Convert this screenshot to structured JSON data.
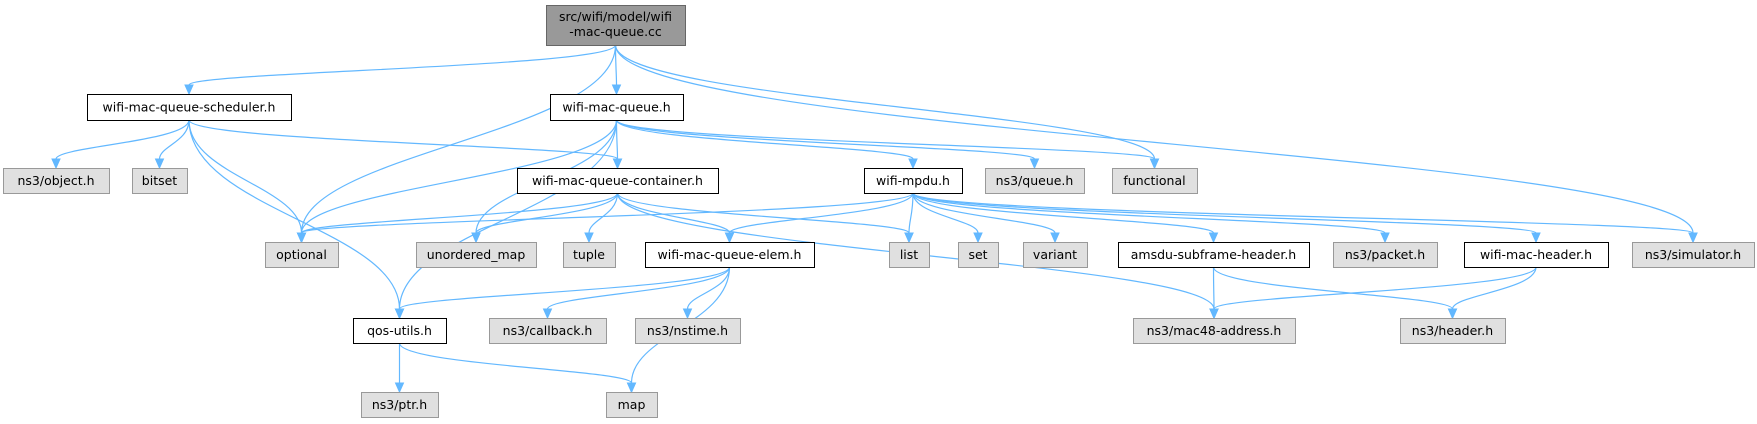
{
  "diagram": {
    "root": {
      "id": "root",
      "lines": [
        "src/wifi/model/wifi",
        "-mac-queue.cc"
      ]
    },
    "nodes": [
      {
        "id": "scheduler",
        "label": "wifi-mac-queue-scheduler.h",
        "kind": "file"
      },
      {
        "id": "queue",
        "label": "wifi-mac-queue.h",
        "kind": "file"
      },
      {
        "id": "object",
        "label": "ns3/object.h",
        "kind": "system"
      },
      {
        "id": "bitset",
        "label": "bitset",
        "kind": "system"
      },
      {
        "id": "container",
        "label": "wifi-mac-queue-container.h",
        "kind": "file"
      },
      {
        "id": "mpdu",
        "label": "wifi-mpdu.h",
        "kind": "file"
      },
      {
        "id": "ns3queue",
        "label": "ns3/queue.h",
        "kind": "system"
      },
      {
        "id": "functional",
        "label": "functional",
        "kind": "system"
      },
      {
        "id": "optional",
        "label": "optional",
        "kind": "system"
      },
      {
        "id": "unordered_map",
        "label": "unordered_map",
        "kind": "system"
      },
      {
        "id": "tuple",
        "label": "tuple",
        "kind": "system"
      },
      {
        "id": "elem",
        "label": "wifi-mac-queue-elem.h",
        "kind": "file"
      },
      {
        "id": "list",
        "label": "list",
        "kind": "system"
      },
      {
        "id": "set",
        "label": "set",
        "kind": "system"
      },
      {
        "id": "variant",
        "label": "variant",
        "kind": "system"
      },
      {
        "id": "amsdu",
        "label": "amsdu-subframe-header.h",
        "kind": "file"
      },
      {
        "id": "packet",
        "label": "ns3/packet.h",
        "kind": "system"
      },
      {
        "id": "macheader",
        "label": "wifi-mac-header.h",
        "kind": "file"
      },
      {
        "id": "simulator",
        "label": "ns3/simulator.h",
        "kind": "system"
      },
      {
        "id": "qos",
        "label": "qos-utils.h",
        "kind": "file"
      },
      {
        "id": "callback",
        "label": "ns3/callback.h",
        "kind": "system"
      },
      {
        "id": "nstime",
        "label": "ns3/nstime.h",
        "kind": "system"
      },
      {
        "id": "mac48",
        "label": "ns3/mac48-address.h",
        "kind": "system"
      },
      {
        "id": "header",
        "label": "ns3/header.h",
        "kind": "system"
      },
      {
        "id": "ptr",
        "label": "ns3/ptr.h",
        "kind": "system"
      },
      {
        "id": "map",
        "label": "map",
        "kind": "system"
      }
    ],
    "edges": [
      [
        "root",
        "scheduler"
      ],
      [
        "root",
        "optional"
      ],
      [
        "root",
        "queue"
      ],
      [
        "root",
        "functional"
      ],
      [
        "root",
        "simulator"
      ],
      [
        "scheduler",
        "object"
      ],
      [
        "scheduler",
        "bitset"
      ],
      [
        "scheduler",
        "optional"
      ],
      [
        "scheduler",
        "qos"
      ],
      [
        "scheduler",
        "container"
      ],
      [
        "queue",
        "optional"
      ],
      [
        "queue",
        "qos"
      ],
      [
        "queue",
        "unordered_map"
      ],
      [
        "queue",
        "container"
      ],
      [
        "queue",
        "mpdu"
      ],
      [
        "queue",
        "ns3queue"
      ],
      [
        "queue",
        "functional"
      ],
      [
        "container",
        "optional"
      ],
      [
        "container",
        "unordered_map"
      ],
      [
        "container",
        "tuple"
      ],
      [
        "container",
        "elem"
      ],
      [
        "container",
        "list"
      ],
      [
        "container",
        "mac48"
      ],
      [
        "mpdu",
        "optional"
      ],
      [
        "mpdu",
        "elem"
      ],
      [
        "mpdu",
        "list"
      ],
      [
        "mpdu",
        "set"
      ],
      [
        "mpdu",
        "variant"
      ],
      [
        "mpdu",
        "amsdu"
      ],
      [
        "mpdu",
        "packet"
      ],
      [
        "mpdu",
        "macheader"
      ],
      [
        "mpdu",
        "simulator"
      ],
      [
        "elem",
        "qos"
      ],
      [
        "elem",
        "callback"
      ],
      [
        "elem",
        "nstime"
      ],
      [
        "elem",
        "map"
      ],
      [
        "amsdu",
        "mac48"
      ],
      [
        "amsdu",
        "header"
      ],
      [
        "macheader",
        "mac48"
      ],
      [
        "macheader",
        "header"
      ],
      [
        "qos",
        "ptr"
      ],
      [
        "qos",
        "map"
      ]
    ]
  }
}
